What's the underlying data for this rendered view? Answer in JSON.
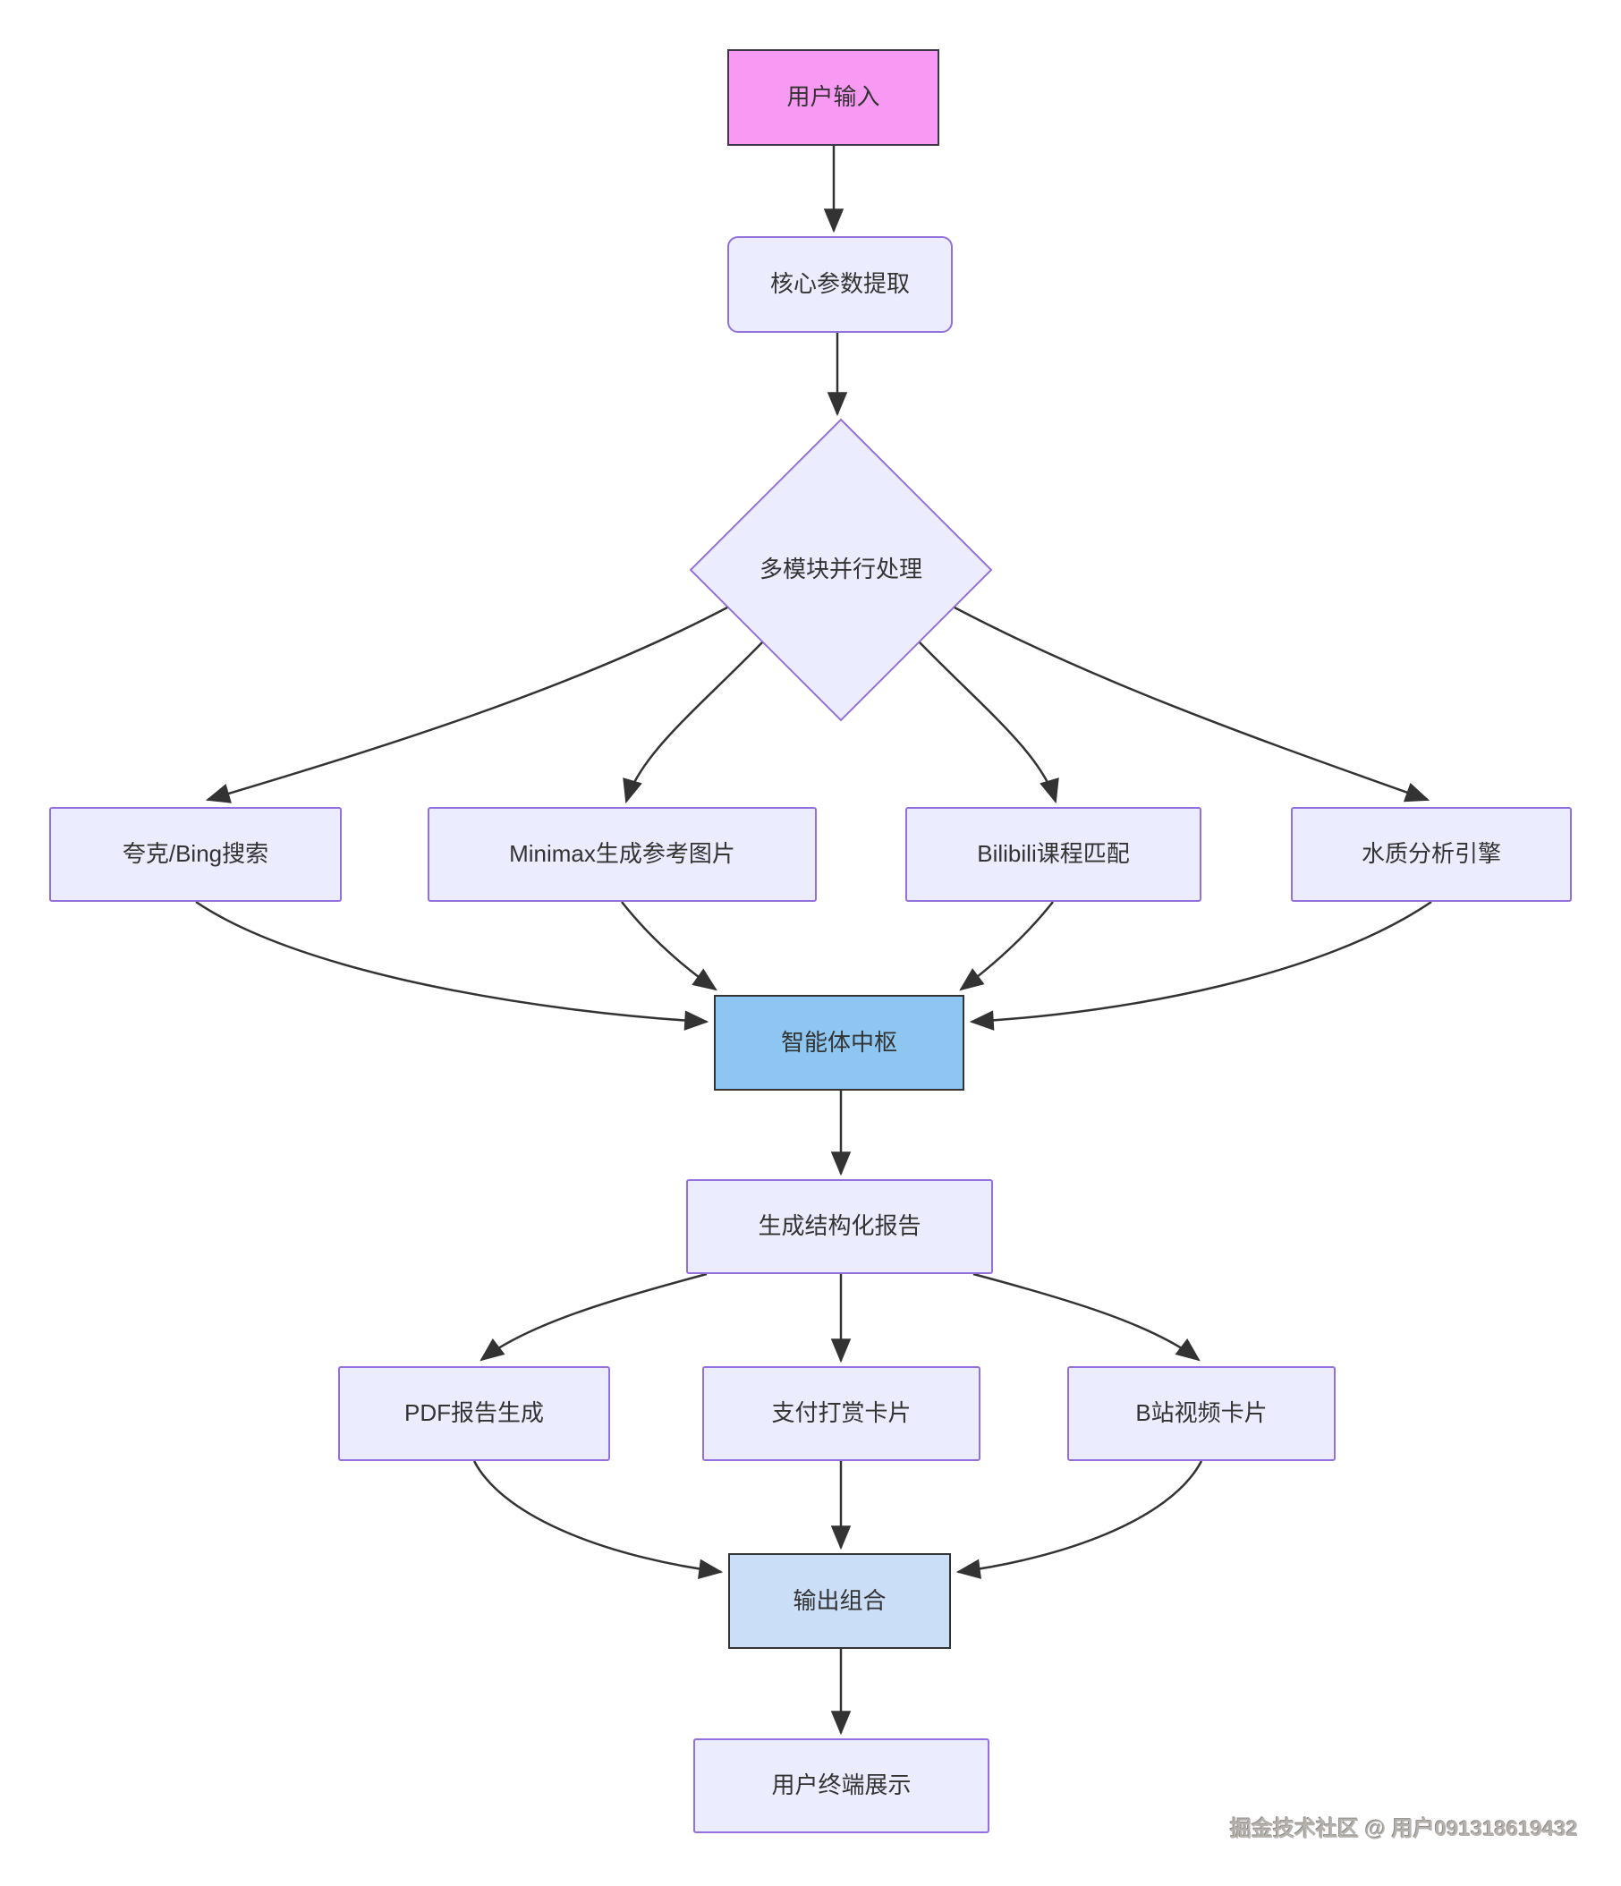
{
  "diagram": {
    "type": "flowchart",
    "direction": "top-down",
    "nodes": {
      "user_input": {
        "label": "用户输入",
        "shape": "rect",
        "fill": "#f89af3"
      },
      "param_extract": {
        "label": "核心参数提取",
        "shape": "rounded-rect",
        "fill": "#ececff"
      },
      "parallel_dispatch": {
        "label": "多模块并行处理",
        "shape": "diamond",
        "fill": "#ececff"
      },
      "quark_bing_search": {
        "label": "夸克/Bing搜索",
        "shape": "rect",
        "fill": "#ececff"
      },
      "minimax_image": {
        "label": "Minimax生成参考图片",
        "shape": "rect",
        "fill": "#ececff"
      },
      "bilibili_course": {
        "label": "Bilibili课程匹配",
        "shape": "rect",
        "fill": "#ececff"
      },
      "water_analysis": {
        "label": "水质分析引擎",
        "shape": "rect",
        "fill": "#ececff"
      },
      "agent_hub": {
        "label": "智能体中枢",
        "shape": "rect",
        "fill": "#8dc6f0"
      },
      "structured_report": {
        "label": "生成结构化报告",
        "shape": "rect",
        "fill": "#ececff"
      },
      "pdf_report": {
        "label": "PDF报告生成",
        "shape": "rect",
        "fill": "#ececff"
      },
      "payment_card": {
        "label": "支付打赏卡片",
        "shape": "rect",
        "fill": "#ececff"
      },
      "bili_video_card": {
        "label": "B站视频卡片",
        "shape": "rect",
        "fill": "#ececff"
      },
      "output_combo": {
        "label": "输出组合",
        "shape": "rect",
        "fill": "#cbdef7"
      },
      "user_terminal": {
        "label": "用户终端展示",
        "shape": "rect",
        "fill": "#ececff"
      }
    },
    "edges": [
      {
        "from": "user_input",
        "to": "param_extract"
      },
      {
        "from": "param_extract",
        "to": "parallel_dispatch"
      },
      {
        "from": "parallel_dispatch",
        "to": "quark_bing_search"
      },
      {
        "from": "parallel_dispatch",
        "to": "minimax_image"
      },
      {
        "from": "parallel_dispatch",
        "to": "bilibili_course"
      },
      {
        "from": "parallel_dispatch",
        "to": "water_analysis"
      },
      {
        "from": "quark_bing_search",
        "to": "agent_hub"
      },
      {
        "from": "minimax_image",
        "to": "agent_hub"
      },
      {
        "from": "bilibili_course",
        "to": "agent_hub"
      },
      {
        "from": "water_analysis",
        "to": "agent_hub"
      },
      {
        "from": "agent_hub",
        "to": "structured_report"
      },
      {
        "from": "structured_report",
        "to": "pdf_report"
      },
      {
        "from": "structured_report",
        "to": "payment_card"
      },
      {
        "from": "structured_report",
        "to": "bili_video_card"
      },
      {
        "from": "pdf_report",
        "to": "output_combo"
      },
      {
        "from": "payment_card",
        "to": "output_combo"
      },
      {
        "from": "bili_video_card",
        "to": "output_combo"
      },
      {
        "from": "output_combo",
        "to": "user_terminal"
      }
    ],
    "colors": {
      "background": "#ffffff",
      "lavender_fill": "#ececff",
      "purple_border": "#9370db",
      "pink_fill": "#f89af3",
      "hub_blue_fill": "#8dc6f0",
      "output_blue_fill": "#cbdef7",
      "dark_border": "#333333",
      "arrow": "#333333",
      "text": "#333333",
      "watermark_text": "#b5b2ae"
    },
    "watermark": "掘金技术社区 @ 用户091318619432"
  }
}
